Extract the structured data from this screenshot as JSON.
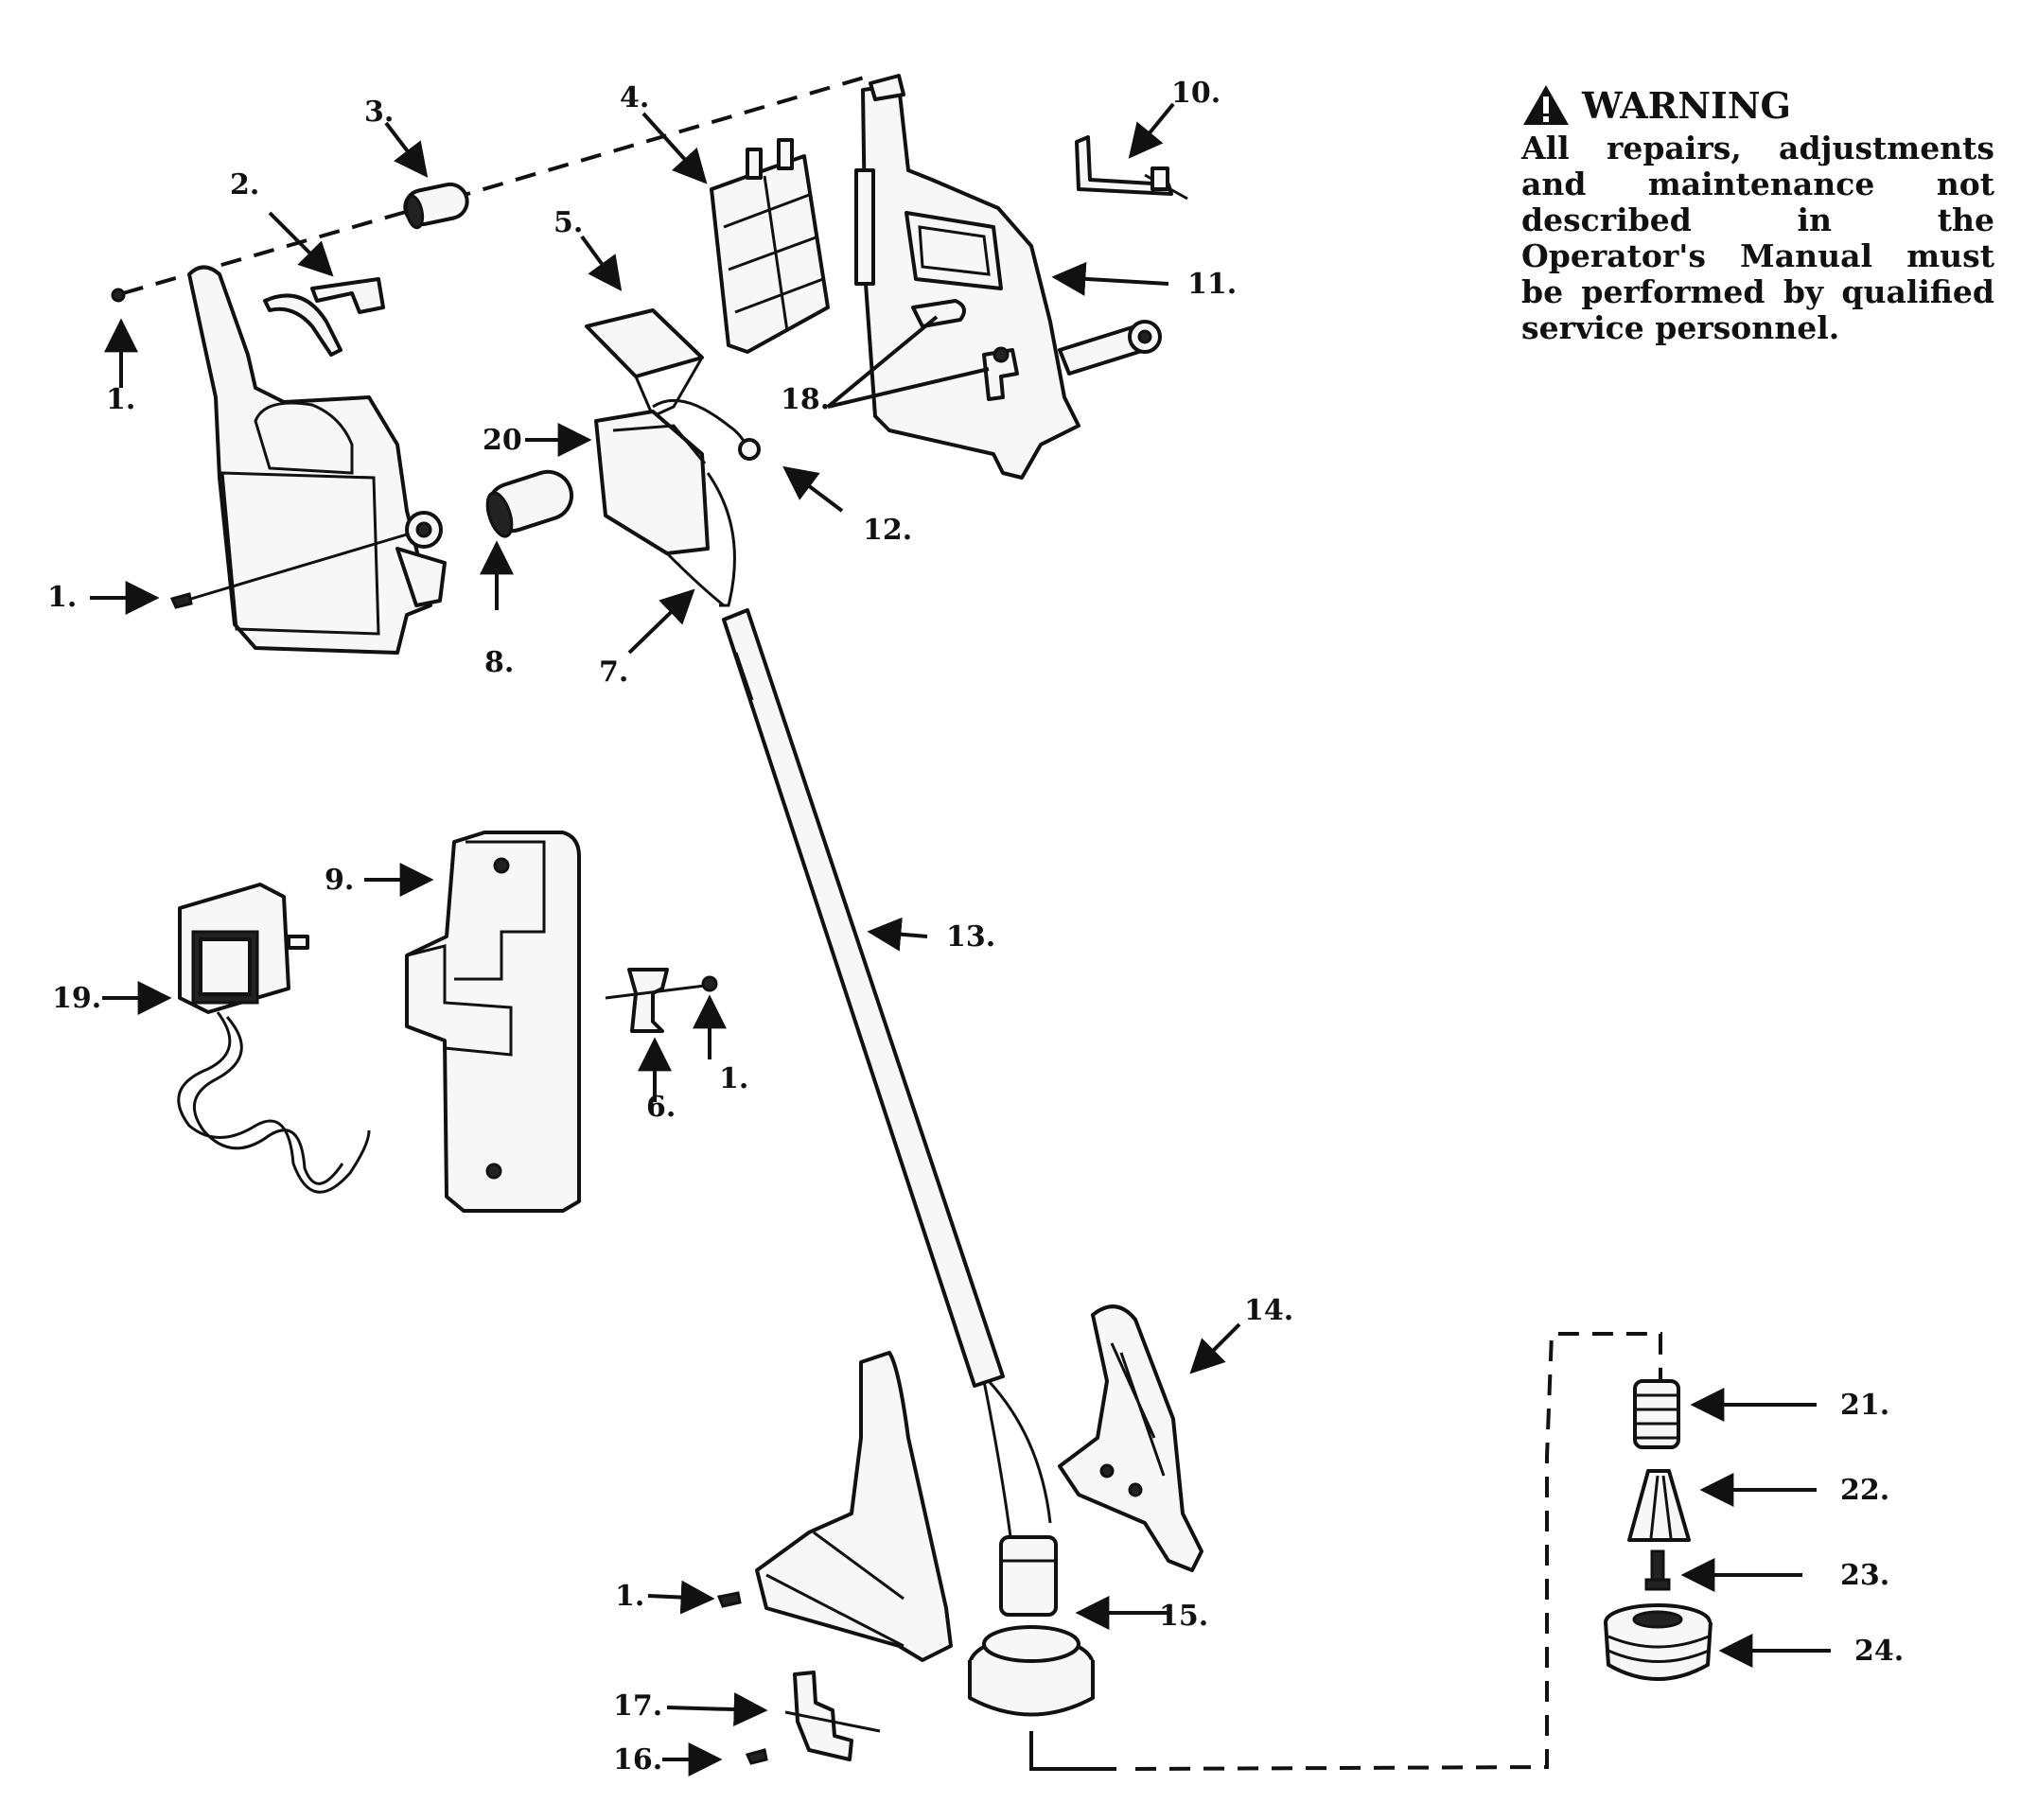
{
  "warning": {
    "title": "WARNING",
    "text": "All repairs, adjustments and maintenance not described in the Operator's Manual must be performed by qualified service personnel."
  },
  "labels": {
    "l1a": "1.",
    "l1b": "1.",
    "l1c": "1.",
    "l1d": "1.",
    "l2": "2.",
    "l3": "3.",
    "l4": "4.",
    "l5": "5.",
    "l6": "6.",
    "l7": "7.",
    "l8": "8.",
    "l9": "9.",
    "l10": "10.",
    "l11": "11.",
    "l12": "12.",
    "l13": "13.",
    "l14": "14.",
    "l15": "15.",
    "l16": "16.",
    "l17": "17.",
    "l18": "18.",
    "l19": "19.",
    "l20": "20",
    "l21": "21.",
    "l22": "22.",
    "l23": "23.",
    "l24": "24."
  }
}
